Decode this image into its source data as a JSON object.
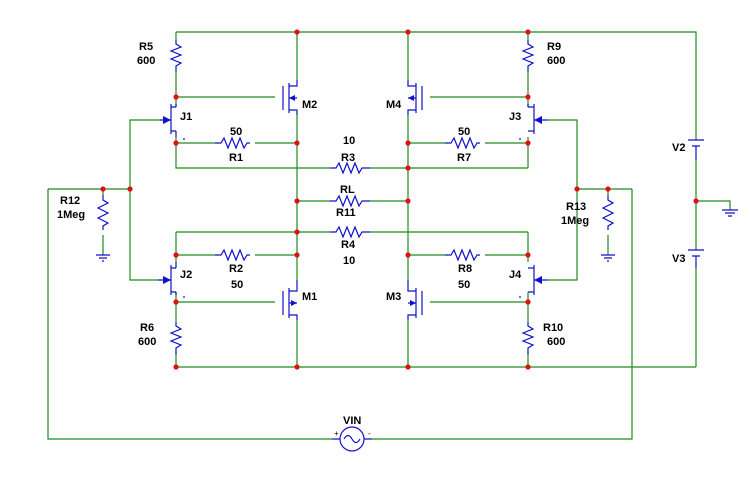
{
  "components": {
    "R5": {
      "name": "R5",
      "value": "600"
    },
    "R6": {
      "name": "R6",
      "value": "600"
    },
    "R9": {
      "name": "R9",
      "value": "600"
    },
    "R10": {
      "name": "R10",
      "value": "600"
    },
    "R1": {
      "name": "R1",
      "value": "50"
    },
    "R2": {
      "name": "R2",
      "value": "50"
    },
    "R7": {
      "name": "R7",
      "value": "50"
    },
    "R8": {
      "name": "R8",
      "value": "50"
    },
    "R3": {
      "name": "R3",
      "value": "10"
    },
    "R4": {
      "name": "R4",
      "value": "10"
    },
    "R11": {
      "name": "R11",
      "value": "RL"
    },
    "R12": {
      "name": "R12",
      "value": "1Meg"
    },
    "R13": {
      "name": "R13",
      "value": "1Meg"
    },
    "J1": {
      "name": "J1"
    },
    "J2": {
      "name": "J2"
    },
    "J3": {
      "name": "J3"
    },
    "J4": {
      "name": "J4"
    },
    "M1": {
      "name": "M1"
    },
    "M2": {
      "name": "M2"
    },
    "M3": {
      "name": "M3"
    },
    "M4": {
      "name": "M4"
    },
    "V2": {
      "name": "V2"
    },
    "V3": {
      "name": "V3"
    },
    "VIN": {
      "name": "VIN",
      "plus": "+",
      "minus": "-"
    }
  }
}
